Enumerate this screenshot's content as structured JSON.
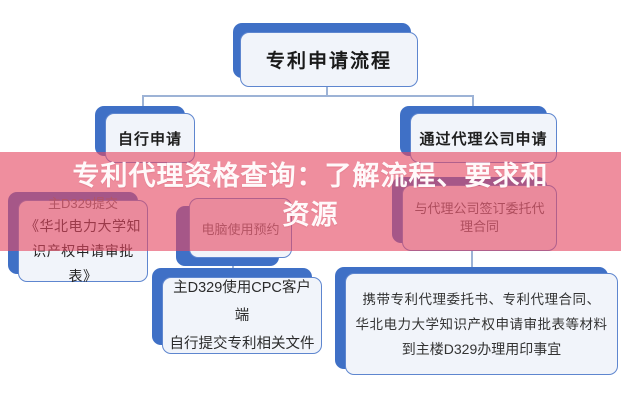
{
  "banner": {
    "line1": "专利代理资格查询：了解流程、要求和",
    "line2": "资源"
  },
  "flowchart": {
    "root": {
      "label": "专利申请流程"
    },
    "self_apply": {
      "label": "自行申请"
    },
    "agency_apply": {
      "label": "通过代理公司申请"
    },
    "left_step": {
      "lines": [
        "主D329提交",
        "《华北电力大学知",
        "识产权申请审批表》"
      ]
    },
    "computer_booking": {
      "label": "电脑使用预约"
    },
    "sign_contract": {
      "lines": [
        "与代理公司签订委托代",
        "理合同"
      ]
    },
    "cpc_submit": {
      "lines": [
        "主D329使用CPC客户端",
        "自行提交专利相关文件"
      ]
    },
    "bring_materials": {
      "lines": [
        "携带专利代理委托书、专利代理合同、",
        "华北电力大学知识产权申请审批表等材料",
        "到主楼D329办理用印事宜"
      ]
    }
  },
  "colors": {
    "node_shadow_blue": "#3F70C6",
    "node_border_blue": "#5E86CF",
    "node_fill": "#F1F4FA",
    "connector": "#9DB3D6",
    "band_overlay": "rgba(229,73,99,0.62)",
    "banner_text": "#FFF9FA"
  }
}
